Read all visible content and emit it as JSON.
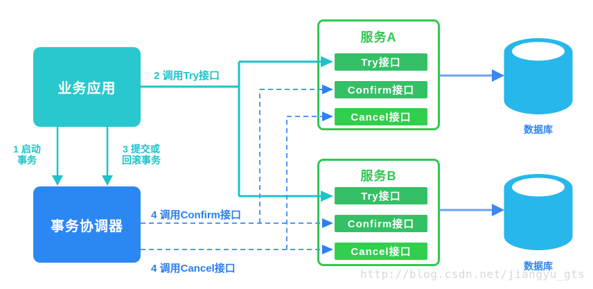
{
  "diagram": {
    "business_app": {
      "label": "业务应用"
    },
    "coordinator": {
      "label": "事务协调器"
    },
    "edges": {
      "start_tx": "1 启动\n事务",
      "call_try": "2 调用Try接口",
      "commit_or_rollback": "3 提交或\n回滚事务",
      "call_confirm": "4 调用Confirm接口",
      "call_cancel": "4 调用Cancel接口"
    },
    "service_a": {
      "title": "服务A",
      "buttons": [
        "Try接口",
        "Confirm接口",
        "Cancel接口"
      ]
    },
    "service_b": {
      "title": "服务B",
      "buttons": [
        "Try接口",
        "Confirm接口",
        "Cancel接口"
      ]
    },
    "database_a": {
      "label": "数据库"
    },
    "database_b": {
      "label": "数据库"
    },
    "watermark": "http://blog.csdn.net/jiangyu_gts",
    "colors": {
      "teal_node": "#29c8ce",
      "teal_line": "#1cc3c9",
      "blue_node": "#2b87f2",
      "blue_label": "#2b7df0",
      "dashed_line": "#4d95f5",
      "db_arrow_shaft": "#6ca0f1",
      "db_arrow_head": "#3c87f2",
      "green_border": "#2fc851",
      "button_green": "#34c065",
      "button_bright_green": "#31cf4d",
      "cylinder_blue": "#27b7ea",
      "db_label_blue": "#2e86f1",
      "watermark_gray": "#d8d8d8"
    }
  }
}
